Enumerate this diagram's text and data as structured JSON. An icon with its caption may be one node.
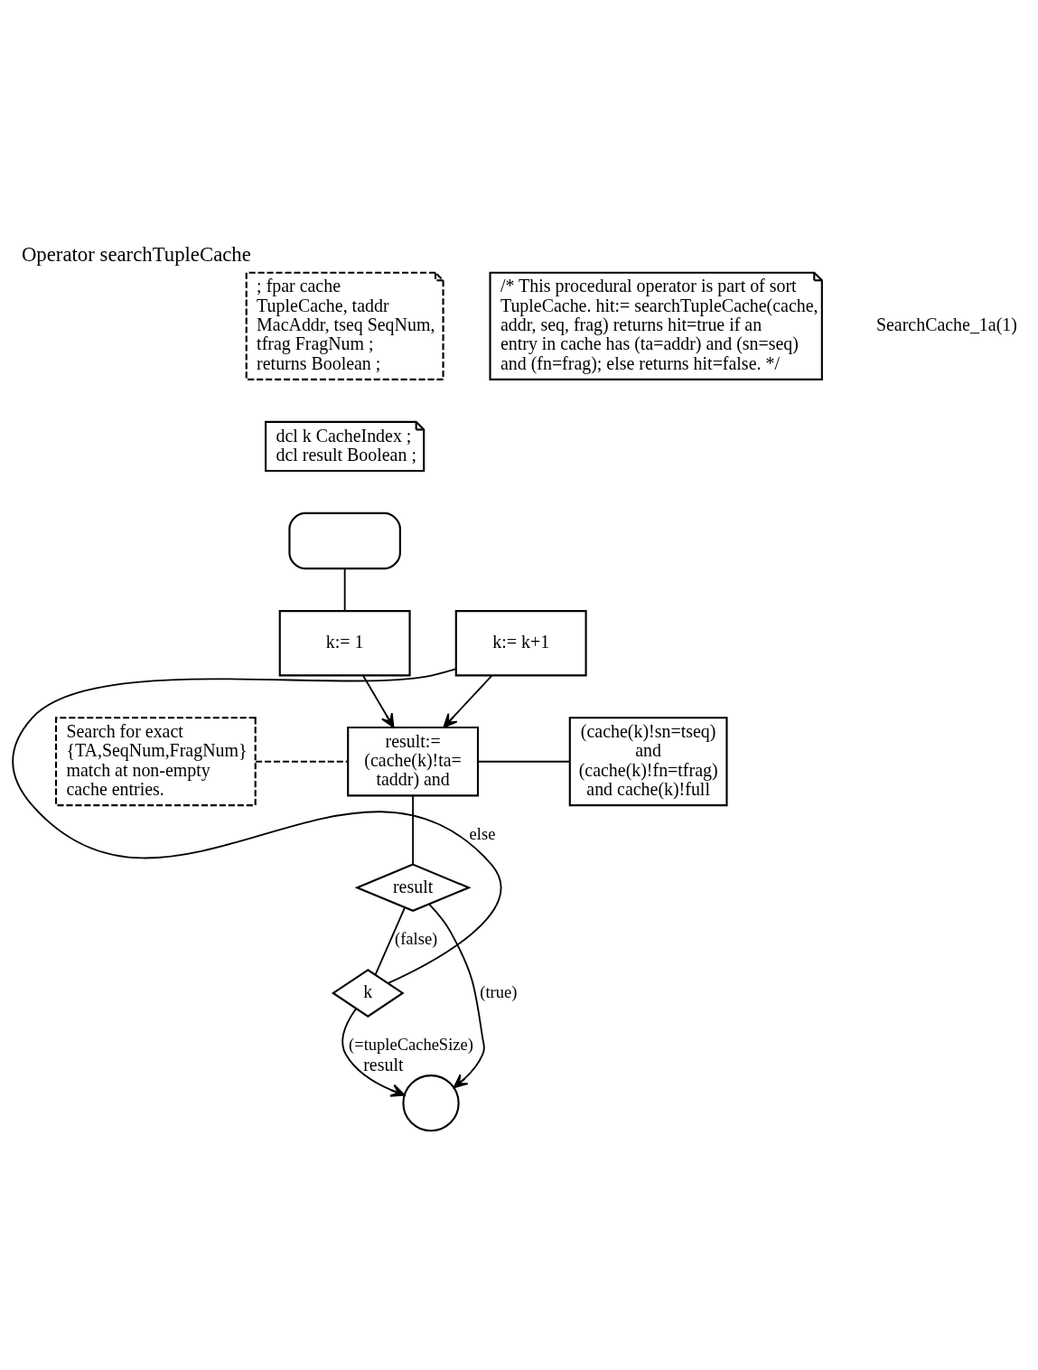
{
  "diagram": {
    "title": "Operator searchTupleCache",
    "nodes": [
      {
        "text": [
          "; fpar cache TupleCache, taddr MacAddr, tseq SeqNum, tfrag FragNum ; returns Boolean ;"
        ]
      },
      {
        "text": [
          "/* This procedural operator is part of sort TupleCache. hit:= searchTupleCache(cache, addr, seq, frag) returns hit=true if an entry in cache has (ta=addr) and (sn=seq) and (fn=frag); else returns hit=false. */"
        ]
      },
      {
        "text": [
          "dcl k CacheIndex ; dcl result Boolean ;"
        ]
      },
      {
        "text": [],
        "shape": "box"
      },
      {
        "text": [
          "k:= 1"
        ]
      },
      {
        "text": [
          "k:= k+1"
        ]
      },
      {
        "text": [
          "Search for exact {TA,SeqNum,FragNum} match at non-empty cache entries."
        ]
      },
      {
        "text": [
          "result:= (cache(k)!ta= taddr) and"
        ]
      },
      {
        "text": [
          "(cache(k)!sn=tseq) and (cache(k)!fn=tfrag) and cache(k)!full"
        ]
      },
      {
        "text": [
          "result"
        ]
      },
      {
        "text": [
          "k"
        ]
      },
      {
        "text": [],
        "shape": "circle",
        "beside": [
          "result"
        ]
      }
    ],
    "edges": [
      {
        "from": 3,
        "to": 4,
        "arrow": "none"
      },
      {
        "from": 4,
        "to": 7,
        "arrow": "to"
      },
      {
        "from": 5,
        "to": 7,
        "arrow": "to"
      },
      {
        "from": 6,
        "to": 7,
        "arrow": "none",
        "style": "dashed"
      },
      {
        "from": 7,
        "to": 8,
        "arrow": "none"
      },
      {
        "from": 7,
        "to": 9,
        "arrow": "none"
      },
      {
        "from": 9,
        "to": 10,
        "arrow": "none",
        "label": "(false)"
      },
      {
        "from": 9,
        "to": 11,
        "arrow": "to",
        "label": "(true)"
      },
      {
        "from": 10,
        "to": 11,
        "arrow": "to",
        "label": "(=tupleCacheSize)"
      },
      {
        "from": 10,
        "to": 5,
        "arrow": "none",
        "label": "else"
      }
    ],
    "labels": [
      "SearchCache_1a(1)"
    ]
  }
}
